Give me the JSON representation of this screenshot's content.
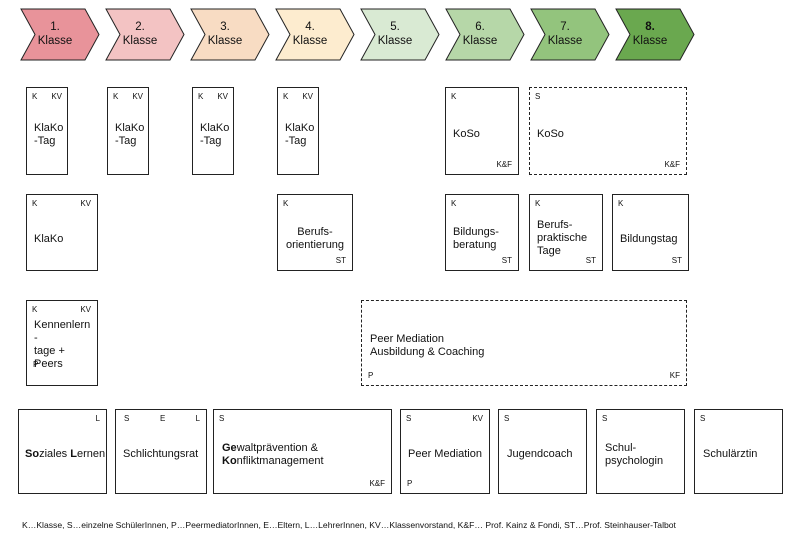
{
  "grades": [
    {
      "num": "1.",
      "label": "Klasse",
      "color": "#e8939a"
    },
    {
      "num": "2.",
      "label": "Klasse",
      "color": "#f3c3c3"
    },
    {
      "num": "3.",
      "label": "Klasse",
      "color": "#f8dcc3"
    },
    {
      "num": "4.",
      "label": "Klasse",
      "color": "#fdeccf"
    },
    {
      "num": "5.",
      "label": "Klasse",
      "color": "#d9ead3"
    },
    {
      "num": "6.",
      "label": "Klasse",
      "color": "#b6d7a8"
    },
    {
      "num": "7.",
      "label": "Klasse",
      "color": "#93c47d"
    },
    {
      "num": "8.",
      "label": "Klasse",
      "color": "#6aa84f"
    }
  ],
  "columns": [
    "#e8939a",
    "#f3c3c3",
    "#f8dcc3",
    "#fdeccf",
    "#d9ead3",
    "#b6d7a8",
    "#93c47d",
    "#6aa84f"
  ],
  "boxes": {
    "klako_tag_1": {
      "k": "K",
      "kv": "KV",
      "title": "KlaKo\n-Tag"
    },
    "klako_tag_2": {
      "k": "K",
      "kv": "KV",
      "title": "KlaKo\n-Tag"
    },
    "klako_tag_3": {
      "k": "K",
      "kv": "KV",
      "title": "KlaKo\n-Tag"
    },
    "klako_tag_4": {
      "k": "K",
      "kv": "KV",
      "title": "KlaKo\n-Tag"
    },
    "koso_6": {
      "k": "K",
      "title": "KoSo",
      "kf": "K&F"
    },
    "koso_7": {
      "k": "S",
      "title": "KoSo",
      "kf": "K&F"
    },
    "klako": {
      "k": "K",
      "kv": "KV",
      "title": "KlaKo"
    },
    "berufsorientierung": {
      "k": "K",
      "title": "Berufs-\norientierung",
      "st": "ST"
    },
    "bildungsberatung": {
      "k": "K",
      "title": "Bildungs-\nberatung",
      "st": "ST"
    },
    "berufspraktische": {
      "k": "K",
      "title": "Berufs-\npraktische\nTage",
      "st": "ST"
    },
    "bildungstag": {
      "k": "K",
      "title": "Bildungstag",
      "st": "ST"
    },
    "kennenlern": {
      "k": "K",
      "kv": "KV",
      "title": "Kennenlern\n-\ntage +\nPeers",
      "p": "P"
    },
    "peer_mediation_ausbildung": {
      "title": "Peer Mediation\nAusbildung & Coaching",
      "p": "P",
      "kf": "KF"
    }
  },
  "bottom": {
    "soziales": {
      "tag": "L",
      "pre1": "So",
      "mid1": "ziales ",
      "pre2": "L",
      "mid2": "ernen"
    },
    "schlichtung": {
      "s": "S",
      "e": "E",
      "l": "L",
      "title": "Schlichtungsrat"
    },
    "gewalt": {
      "s": "S",
      "b1": "Ge",
      "t1": "waltprävention &",
      "b2": "Ko",
      "t2": "nfliktmanagement",
      "kf": "K&F"
    },
    "peer": {
      "s": "S",
      "kv": "KV",
      "title": "Peer Mediation",
      "p": "P"
    },
    "jugendcoach": {
      "s": "S",
      "title": "Jugendcoach"
    },
    "psychologin": {
      "s": "S",
      "title": "Schul-\npsychologin"
    },
    "aerztin": {
      "s": "S",
      "title": "Schulärztin"
    }
  },
  "legend": "K…Klasse, S…einzelne SchülerInnen, P…PeermediatorInnen,  E…Eltern, L…LehrerInnen, KV…Klassenvorstand, K&F… Prof. Kainz & Fondi, ST…Prof. Steinhauser-Talbot"
}
